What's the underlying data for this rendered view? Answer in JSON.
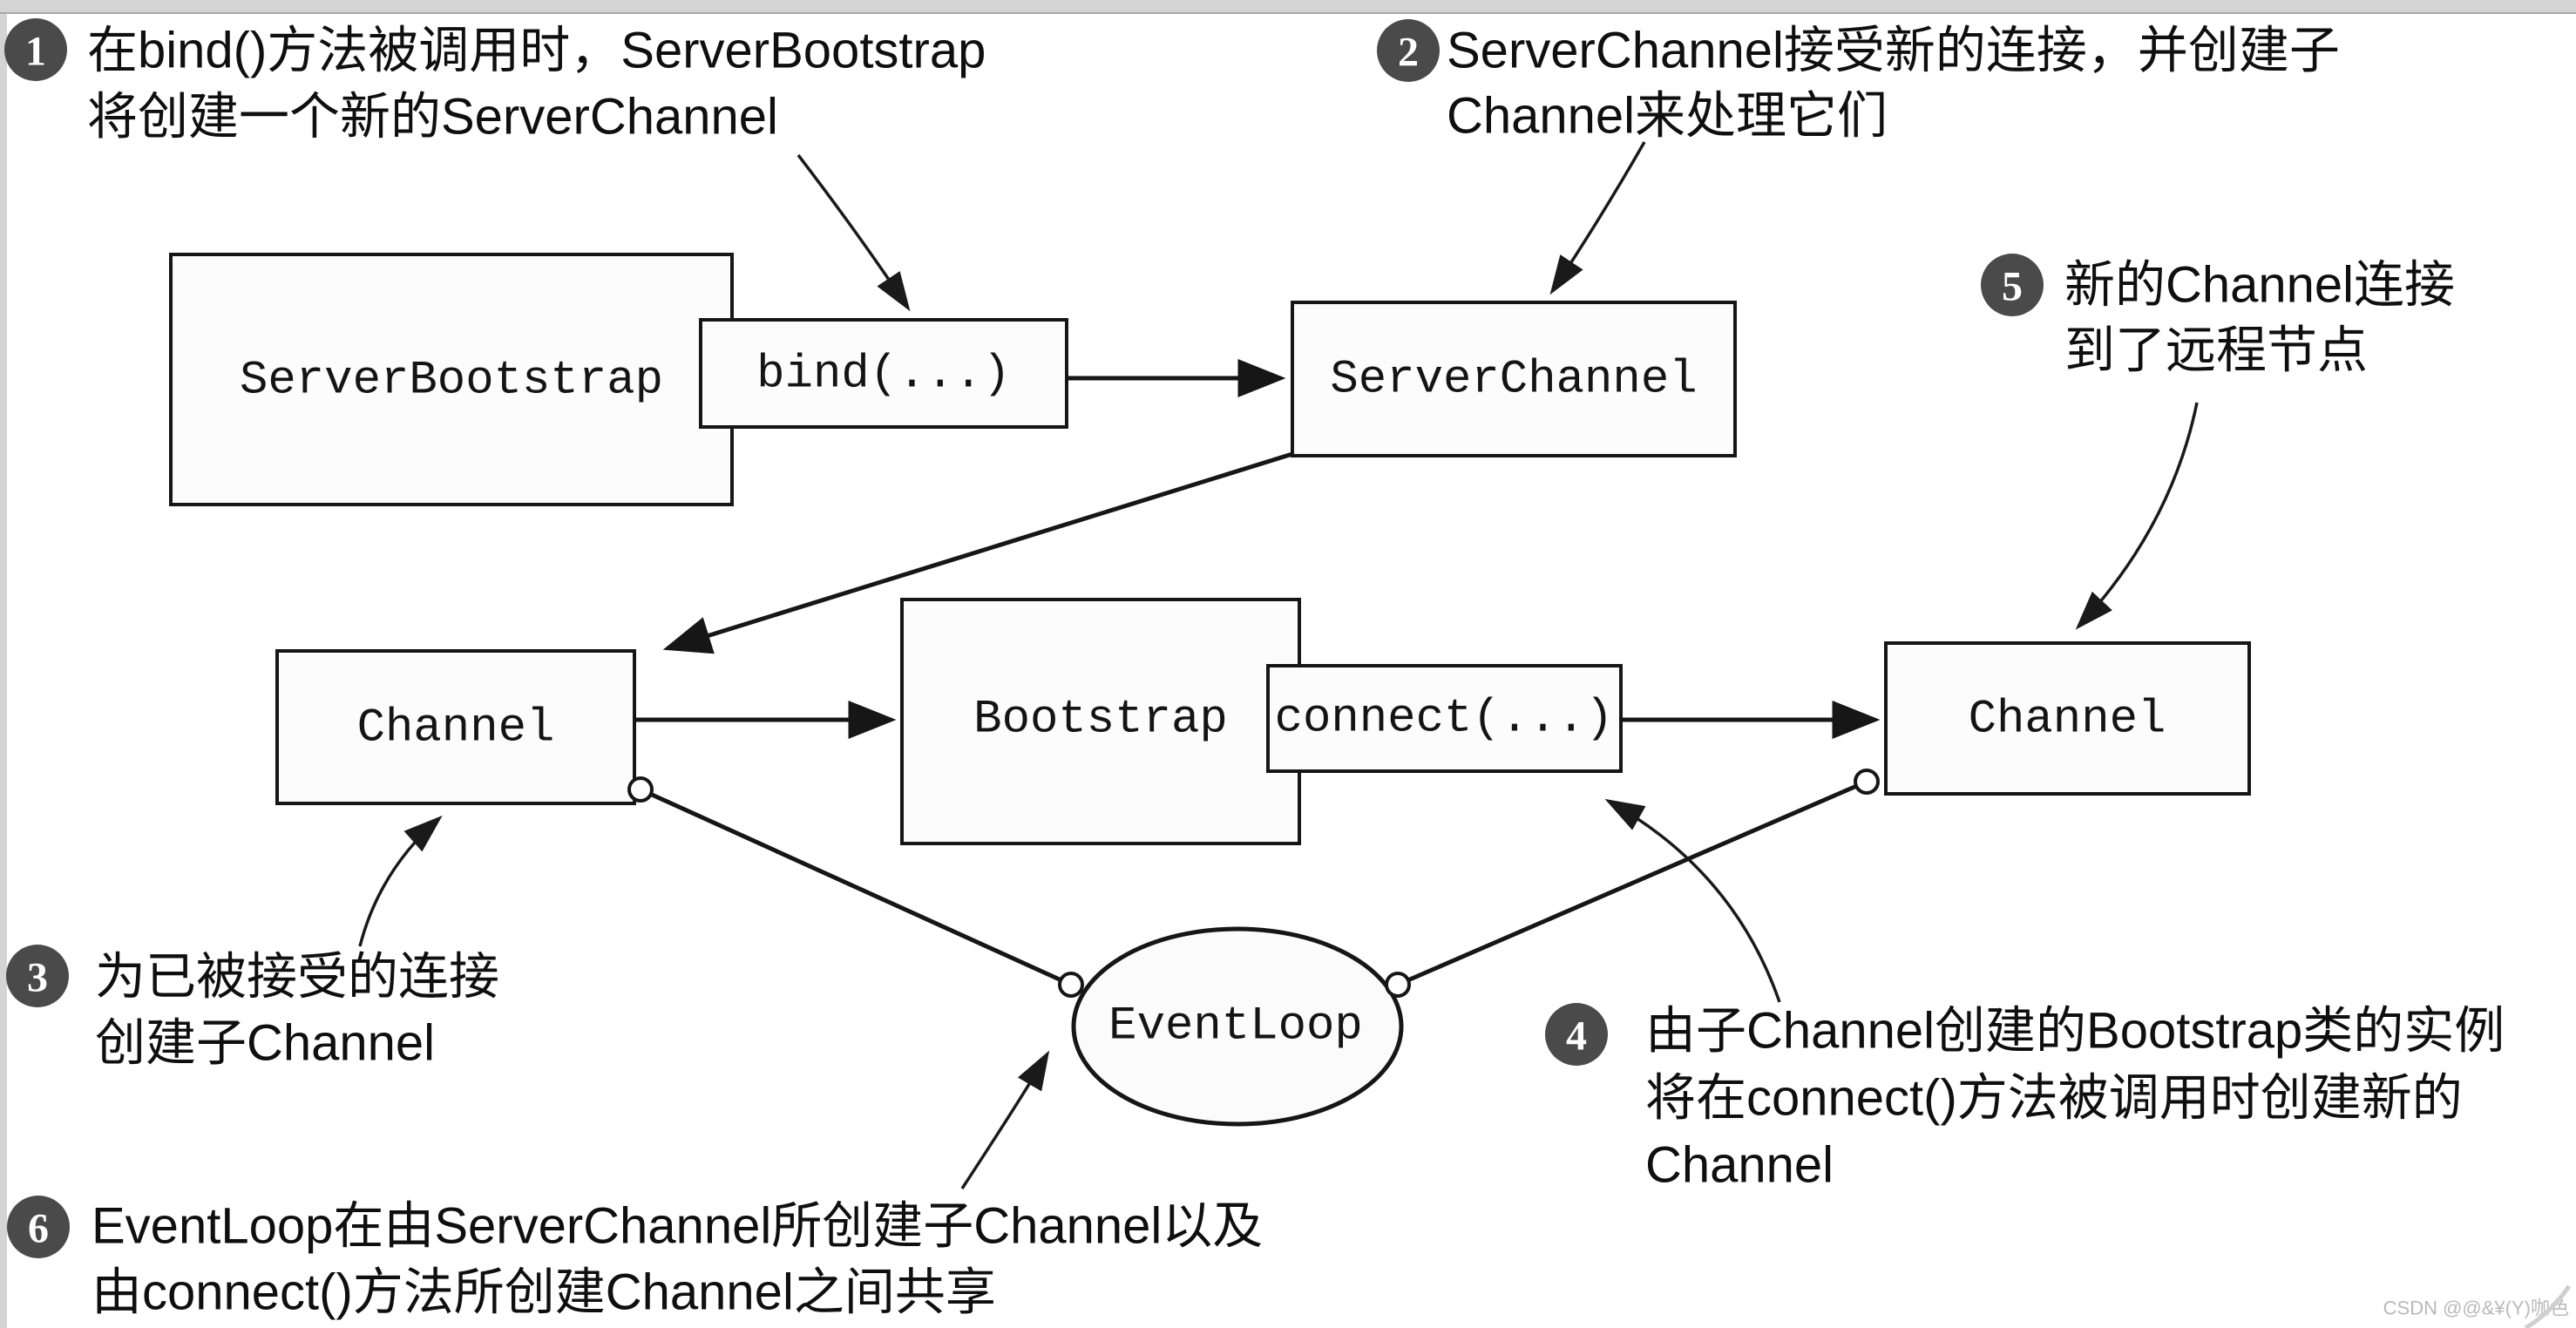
{
  "page": {
    "watermark": "CSDN @@&¥(Y)咖色"
  },
  "colors": {
    "badge": "#4a4a4a",
    "line": "#161616",
    "box_fill": "#fcfcfc",
    "top_bar": "#d4d4d4",
    "watermark": "#b9b9b9"
  },
  "nodes": {
    "server_bootstrap": "ServerBootstrap",
    "bind": "bind(...)",
    "server_channel": "ServerChannel",
    "channel_left": "Channel",
    "bootstrap": "Bootstrap",
    "connect": "connect(...)",
    "channel_right": "Channel",
    "event_loop": "EventLoop"
  },
  "annotations": [
    {
      "num": "1",
      "lines": [
        "在bind()方法被调用时，ServerBootstrap",
        "将创建一个新的ServerChannel"
      ]
    },
    {
      "num": "2",
      "lines": [
        "ServerChannel接受新的连接，并创建子",
        "Channel来处理它们"
      ]
    },
    {
      "num": "3",
      "lines": [
        "为已被接受的连接",
        "创建子Channel"
      ]
    },
    {
      "num": "4",
      "lines": [
        "由子Channel创建的Bootstrap类的实例",
        "将在connect()方法被调用时创建新的",
        "Channel"
      ]
    },
    {
      "num": "5",
      "lines": [
        "新的Channel连接",
        "到了远程节点"
      ]
    },
    {
      "num": "6",
      "lines": [
        "EventLoop在由ServerChannel所创建子Channel以及",
        "由connect()方法所创建Channel之间共享"
      ]
    }
  ]
}
